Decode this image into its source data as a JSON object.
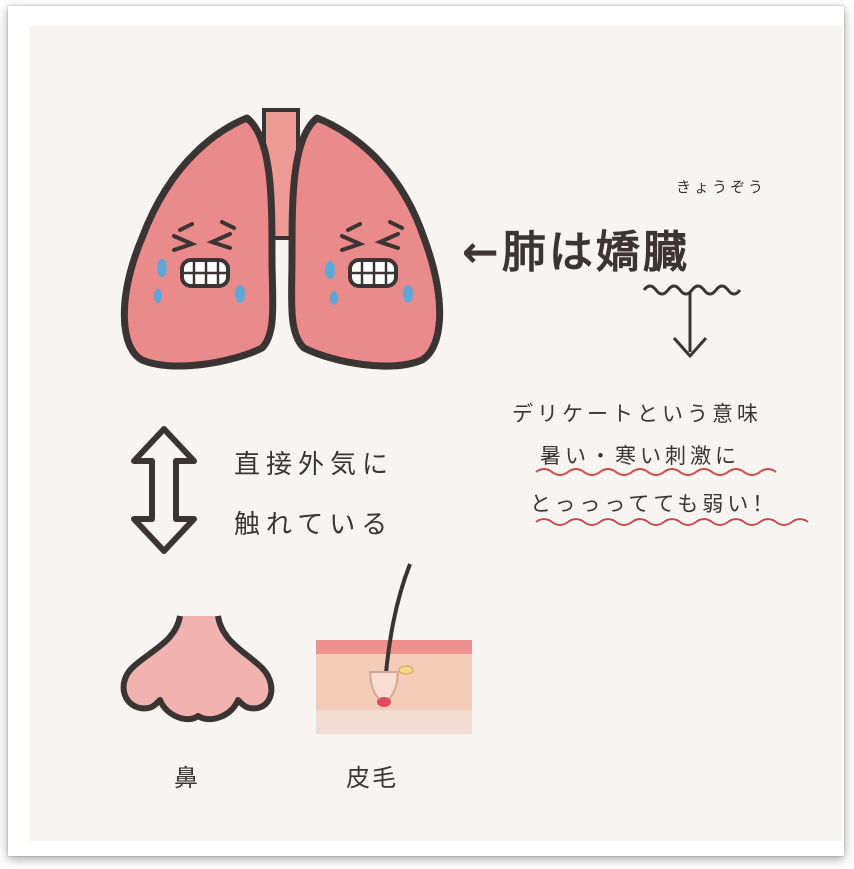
{
  "heading": {
    "ruby": "きょうぞう",
    "arrow": "←",
    "text": "肺は嬌臓"
  },
  "meaning": {
    "line1": "デリケートという意味",
    "line2": "暑い・寒い刺激に",
    "line3": "とっっってても弱い！"
  },
  "exposure": {
    "line1": "直接外気に",
    "line2": "触れている"
  },
  "labels": {
    "nose": "鼻",
    "skin": "皮毛"
  },
  "colors": {
    "lung": "#eb8a8a",
    "outline": "#3a3534",
    "tears": "#5ea8d8",
    "underline": "#c94a4a",
    "background": "#f6f5f2"
  }
}
